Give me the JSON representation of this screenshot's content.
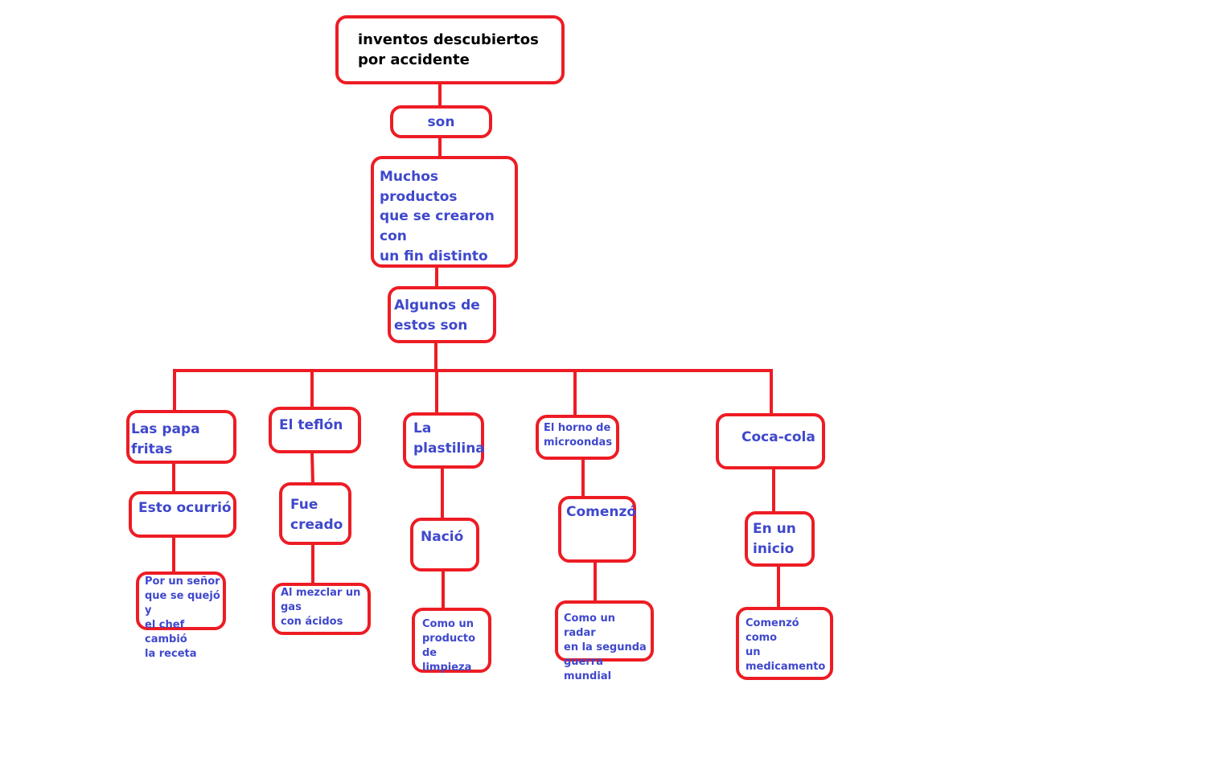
{
  "colors": {
    "line": "#ed1c24",
    "text": "#3f48cc",
    "title_text": "#000000",
    "background": "#ffffff"
  },
  "root": {
    "line1": "inventos descubiertos",
    "line2": "por accidente"
  },
  "connector": "son",
  "definition": {
    "line1": "Muchos productos",
    "line2": "que se crearon con",
    "line3": "un fin distinto"
  },
  "examples_intro": {
    "line1": "Algunos de",
    "line2": "estos son"
  },
  "branches": [
    {
      "name": "Las papa fritas",
      "relation": "Esto ocurrió",
      "detail": {
        "line1": "Por un señor",
        "line2": "que se quejó y",
        "line3": "el chef cambió",
        "line4": "la receta"
      }
    },
    {
      "name": "El teflón",
      "relation": {
        "line1": "Fue",
        "line2": "creado"
      },
      "detail": {
        "line1": "Al mezclar un gas",
        "line2": "con ácidos"
      }
    },
    {
      "name": {
        "line1": "La",
        "line2": "plastilina"
      },
      "relation": "Nació",
      "detail": {
        "line1": "Como un",
        "line2": "producto",
        "line3": "de limpieza"
      }
    },
    {
      "name": {
        "line1": "El horno de",
        "line2": "microondas"
      },
      "relation": "Comenzó",
      "detail": {
        "line1": "Como un radar",
        "line2": "en la segunda",
        "line3": "guerra mundial"
      }
    },
    {
      "name": "Coca-cola",
      "relation": {
        "line1": "En un",
        "line2": "inicio"
      },
      "detail": {
        "line1": "Comenzó como",
        "line2": "un",
        "line3": "medicamento"
      }
    }
  ]
}
